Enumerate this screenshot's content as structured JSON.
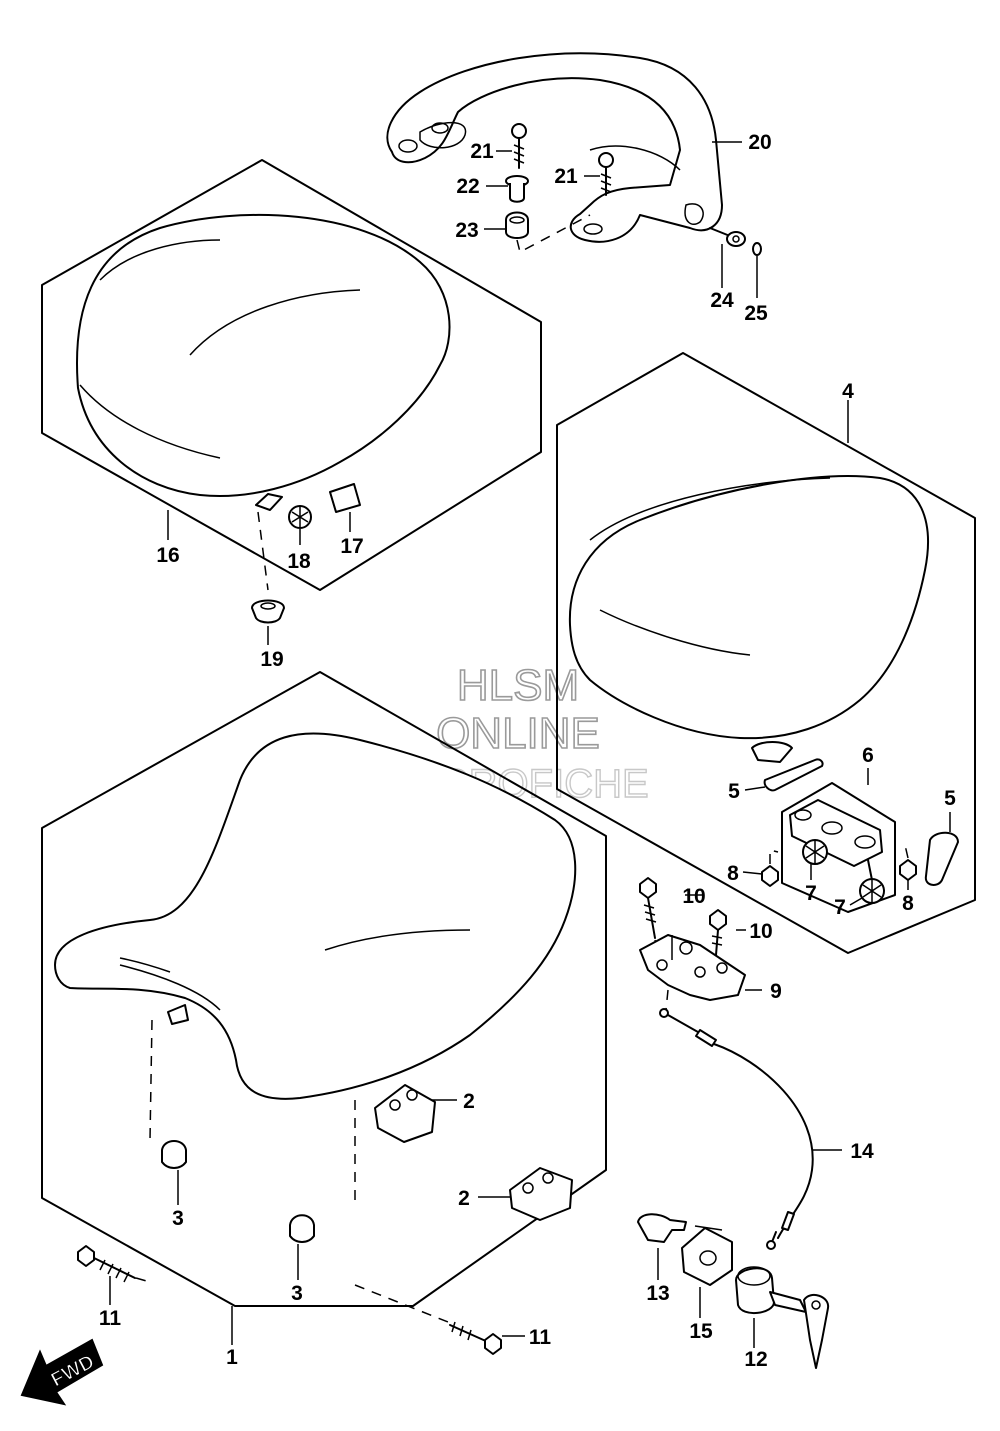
{
  "watermark": {
    "line1": "HLSM",
    "line2": "ONLINE",
    "line3": "MICROFICHE"
  },
  "direction_arrow": "FWD",
  "callouts": [
    {
      "id": "c1",
      "text": "1"
    },
    {
      "id": "c2a",
      "text": "2"
    },
    {
      "id": "c2b",
      "text": "2"
    },
    {
      "id": "c3a",
      "text": "3"
    },
    {
      "id": "c3b",
      "text": "3"
    },
    {
      "id": "c4",
      "text": "4"
    },
    {
      "id": "c5a",
      "text": "5"
    },
    {
      "id": "c5b",
      "text": "5"
    },
    {
      "id": "c6",
      "text": "6"
    },
    {
      "id": "c7a",
      "text": "7"
    },
    {
      "id": "c7b",
      "text": "7"
    },
    {
      "id": "c8a",
      "text": "8"
    },
    {
      "id": "c8b",
      "text": "8"
    },
    {
      "id": "c9",
      "text": "9"
    },
    {
      "id": "c10a",
      "text": "10"
    },
    {
      "id": "c10b",
      "text": "10"
    },
    {
      "id": "c11a",
      "text": "11"
    },
    {
      "id": "c11b",
      "text": "11"
    },
    {
      "id": "c12",
      "text": "12"
    },
    {
      "id": "c13",
      "text": "13"
    },
    {
      "id": "c14",
      "text": "14"
    },
    {
      "id": "c15",
      "text": "15"
    },
    {
      "id": "c16",
      "text": "16"
    },
    {
      "id": "c17",
      "text": "17"
    },
    {
      "id": "c18",
      "text": "18"
    },
    {
      "id": "c19",
      "text": "19"
    },
    {
      "id": "c20",
      "text": "20"
    },
    {
      "id": "c21a",
      "text": "21"
    },
    {
      "id": "c21b",
      "text": "21"
    },
    {
      "id": "c22",
      "text": "22"
    },
    {
      "id": "c23",
      "text": "23"
    },
    {
      "id": "c24",
      "text": "24"
    },
    {
      "id": "c25",
      "text": "25"
    }
  ]
}
